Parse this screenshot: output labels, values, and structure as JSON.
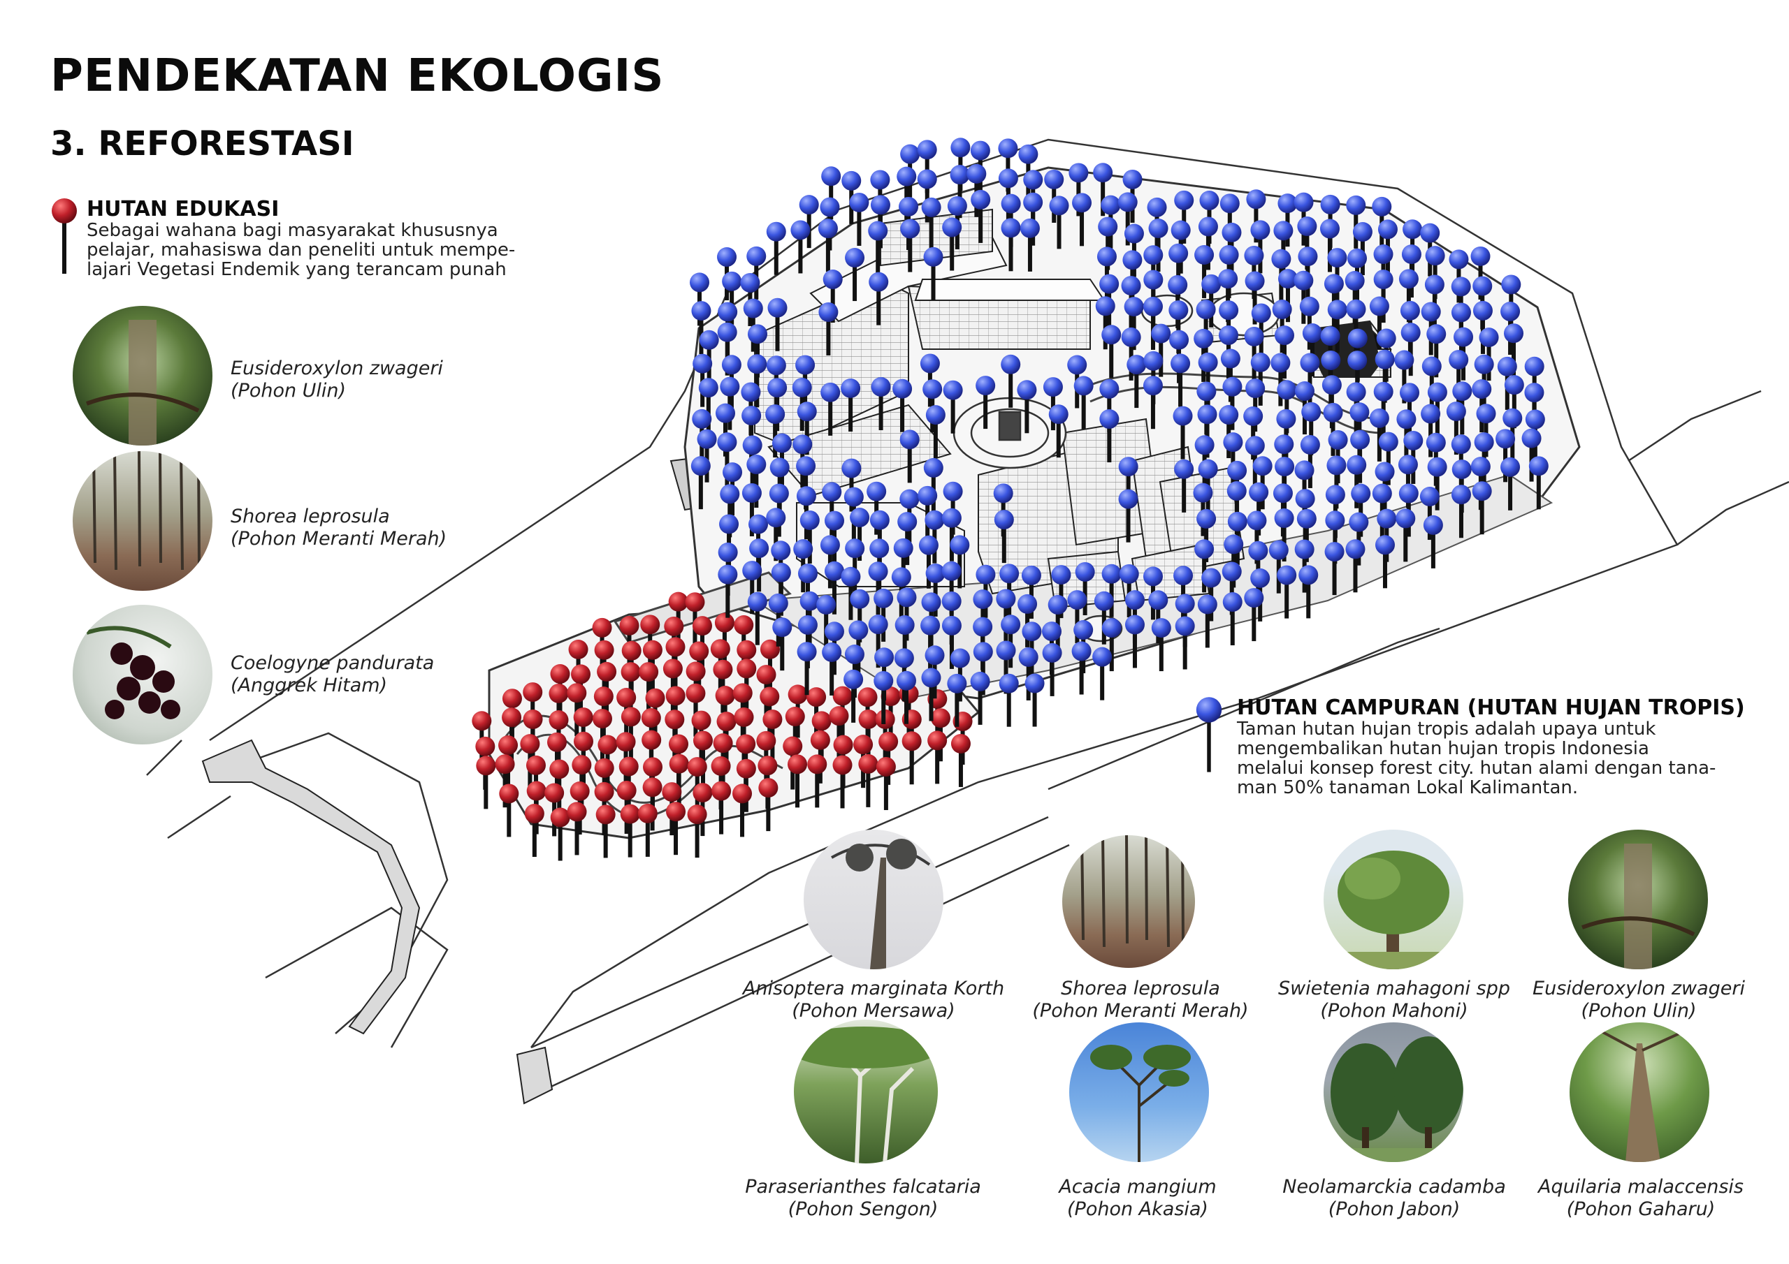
{
  "header": {
    "title": "PENDEKATAN EKOLOGIS",
    "subtitle": "3. REFORESTASI"
  },
  "legend": {
    "edukasi": {
      "title": "HUTAN EDUKASI",
      "color": "#c0202a",
      "icon": "red-pin-icon",
      "lines": [
        "Sebagai wahana bagi masyarakat khususnya",
        "pelajar, mahasiswa dan peneliti untuk mempe-",
        "lajari Vegetasi Endemik yang terancam punah"
      ]
    },
    "campuran": {
      "title": "HUTAN CAMPURAN (HUTAN HUJAN TROPIS)",
      "color": "#3247c8",
      "icon": "blue-pin-icon",
      "lines": [
        "Taman hutan hujan tropis adalah upaya untuk",
        "mengembalikan hutan hujan tropis Indonesia",
        "melalui konsep forest city. hutan alami dengan tana-",
        "man 50% tanaman Lokal Kalimantan."
      ]
    }
  },
  "edukasi_species": [
    {
      "latin": "Eusideroxylon zwageri",
      "local": "(Pohon Ulin)"
    },
    {
      "latin": "Shorea leprosula",
      "local": "(Pohon Meranti Merah)"
    },
    {
      "latin": "Coelogyne pandurata",
      "local": "(Anggrek Hitam)"
    }
  ],
  "campuran_species": [
    {
      "latin": "Anisoptera marginata Korth",
      "local": "(Pohon Mersawa)"
    },
    {
      "latin": "Shorea leprosula",
      "local": "(Pohon Meranti Merah)"
    },
    {
      "latin": "Swietenia mahagoni spp",
      "local": "(Pohon Mahoni)"
    },
    {
      "latin": "Eusideroxylon zwageri",
      "local": "(Pohon Ulin)"
    },
    {
      "latin": "Paraserianthes falcataria",
      "local": "(Pohon Sengon)"
    },
    {
      "latin": "Acacia mangium",
      "local": "(Pohon Akasia)"
    },
    {
      "latin": "Neolamarckia cadamba",
      "local": "(Pohon Jabon)"
    },
    {
      "latin": "Aquilaria malaccensis",
      "local": "(Pohon Gaharu)"
    }
  ],
  "colors": {
    "red_pin": "#c0202a",
    "blue_pin": "#3247c8",
    "stem": "#111111"
  }
}
